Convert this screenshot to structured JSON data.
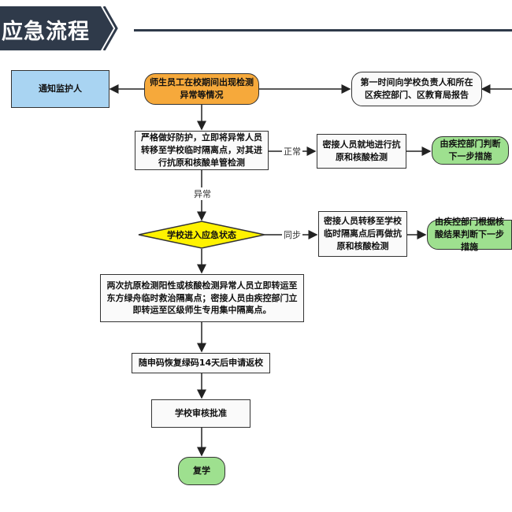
{
  "header": {
    "title": "应急流程",
    "accent_color": "#2f3a4a"
  },
  "nodes": {
    "notify_guardian": "通知监护人",
    "abnormal_detected": "师生员工在校期间出现检测异常等情况",
    "report_first": "第一时间向学校负责人和所在区疾控部门、区教育局报告",
    "protect_transfer": "严格做好防护，立即将异常人员转移至学校临时隔离点，对其进行抗原和核酸单管检测",
    "contacts_test_onsite": "密接人员就地进行抗原和核酸检测",
    "cdc_decide_next": "由疾控部门判断下一步措施",
    "emergency_state": "学校进入应急状态",
    "contacts_transfer_retest": "密接人员转移至学校临时隔离点后再做抗原和核酸检测",
    "cdc_decide_by_result": "由疾控部门根据核酸结果判断下一步措施",
    "positive_transfer": "两次抗原检测阳性或核酸检测异常人员立即转运至东方绿舟临时救治隔离点；密接人员由疾控部门立即转运至区级师生专用集中隔离点。",
    "return_after_14_days": "随申码恢复绿码14天后申请返校",
    "school_approval": "学校审核批准",
    "resume_school": "复学"
  },
  "edge_labels": {
    "normal": "正常",
    "abnormal": "异常",
    "simultaneous": "同步"
  },
  "colors": {
    "orange": "#f6a93b",
    "green": "#9ee08f",
    "blue": "#a9d4f2",
    "yellow": "#fff200"
  }
}
